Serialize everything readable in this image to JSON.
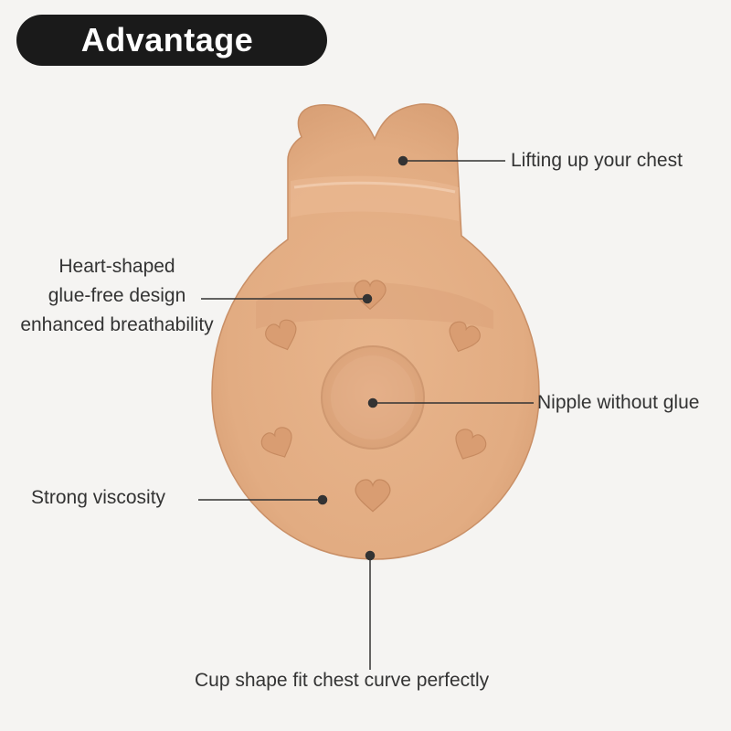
{
  "title": "Advantage",
  "callouts": {
    "lifting": "Lifting up your chest",
    "heart_lines": [
      "Heart-shaped",
      "glue-free design",
      "enhanced breathability"
    ],
    "nipple": "Nipple without glue",
    "viscosity": "Strong viscosity",
    "cup_shape": "Cup shape fit chest curve perfectly"
  },
  "colors": {
    "background": "#f5f4f2",
    "pill": "#1a1a1a",
    "product": "#e2ac82",
    "leader": "#333333"
  }
}
